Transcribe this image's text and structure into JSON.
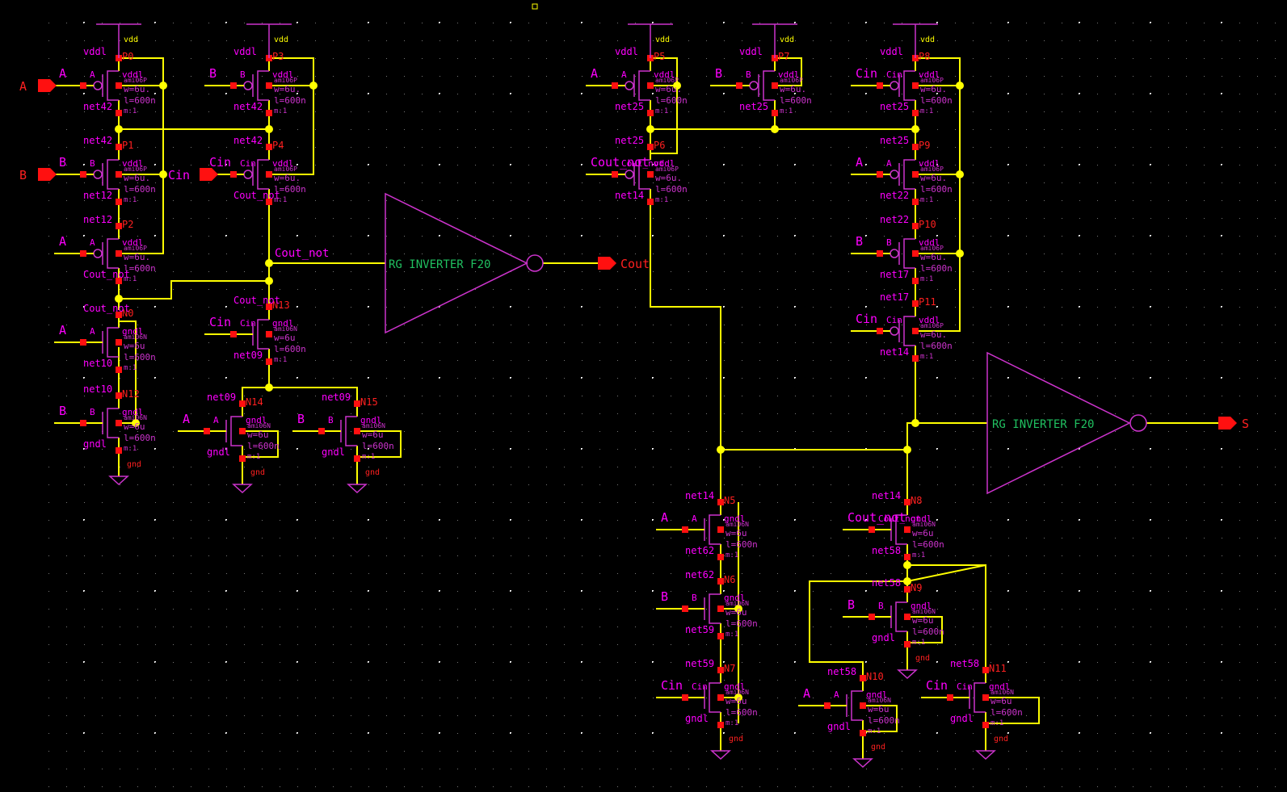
{
  "colors": {
    "background": "#000000",
    "wire": "#ffff00",
    "label": "#ff00ff",
    "instance": "#ff2020",
    "pin": "#ff1010",
    "symbol": "#cc33cc",
    "gate_text": "#20c060",
    "grid": "#ffffff"
  },
  "labels": {
    "vdd": "vdd",
    "vddl": "vddl",
    "gnd": "gnd",
    "gndl": "gndl",
    "ami06p": "ami06P",
    "ami06n": "ami06N",
    "w6": "w=6u",
    "w6dot": "w=6u.",
    "l600": "l=600n",
    "m1": "m:1"
  },
  "pins": {
    "a": "A",
    "b": "B",
    "cin": "Cin",
    "cout": "Cout",
    "s": "S"
  },
  "nets": {
    "cout_not": "Cout_not"
  },
  "gates": {
    "inv1": "RG INVERTER F20",
    "inv2": "RG INVERTER F20"
  },
  "transistors": [
    {
      "name": "P0",
      "gate": "A",
      "top": "vddl",
      "bot": "net42",
      "type": "P"
    },
    {
      "name": "P3",
      "gate": "B",
      "top": "vddl",
      "bot": "net42",
      "type": "P"
    },
    {
      "name": "P1",
      "gate": "B",
      "top": "net42",
      "bot": "net12",
      "type": "P"
    },
    {
      "name": "P4",
      "gate": "Cin",
      "top": "net42",
      "bot": "Cout_not",
      "type": "P"
    },
    {
      "name": "P2",
      "gate": "A",
      "top": "net12",
      "bot": "Cout_not",
      "type": "P"
    },
    {
      "name": "N0",
      "gate": "A",
      "top": "Cout_not",
      "bot": "net10",
      "type": "N"
    },
    {
      "name": "N12",
      "gate": "B",
      "top": "net10",
      "bot": "gndl",
      "type": "N"
    },
    {
      "name": "N13",
      "gate": "Cin",
      "top": "Cout_not",
      "bot": "net09",
      "type": "N"
    },
    {
      "name": "N14",
      "gate": "A",
      "top": "net09",
      "bot": "gndl",
      "type": "N"
    },
    {
      "name": "N15",
      "gate": "B",
      "top": "net09",
      "bot": "gndl",
      "type": "N"
    },
    {
      "name": "P5",
      "gate": "A",
      "top": "vddl",
      "bot": "net25",
      "type": "P"
    },
    {
      "name": "P7",
      "gate": "B",
      "top": "vddl",
      "bot": "net25",
      "type": "P"
    },
    {
      "name": "P6",
      "gate": "Cout_not",
      "top": "net25",
      "bot": "net14",
      "type": "P"
    },
    {
      "name": "P8",
      "gate": "Cin",
      "top": "vddl",
      "bot": "net25",
      "type": "P"
    },
    {
      "name": "P9",
      "gate": "A",
      "top": "net25",
      "bot": "net22",
      "type": "P"
    },
    {
      "name": "P10",
      "gate": "B",
      "top": "net22",
      "bot": "net17",
      "type": "P"
    },
    {
      "name": "P11",
      "gate": "Cin",
      "top": "net17",
      "bot": "net14",
      "type": "P"
    },
    {
      "name": "N5",
      "gate": "A",
      "top": "net14",
      "bot": "net62",
      "type": "N"
    },
    {
      "name": "N6",
      "gate": "B",
      "top": "net62",
      "bot": "net59",
      "type": "N"
    },
    {
      "name": "N7",
      "gate": "Cin",
      "top": "net59",
      "bot": "gndl",
      "type": "N"
    },
    {
      "name": "N8",
      "gate": "Cout_not",
      "top": "net14",
      "bot": "net58",
      "type": "N"
    },
    {
      "name": "N9",
      "gate": "B",
      "top": "net58",
      "bot": "gndl",
      "type": "N"
    },
    {
      "name": "N10",
      "gate": "A",
      "top": "net58",
      "bot": "gndl",
      "type": "N"
    },
    {
      "name": "N11",
      "gate": "Cin",
      "top": "net58",
      "bot": "gndl",
      "type": "N"
    }
  ]
}
